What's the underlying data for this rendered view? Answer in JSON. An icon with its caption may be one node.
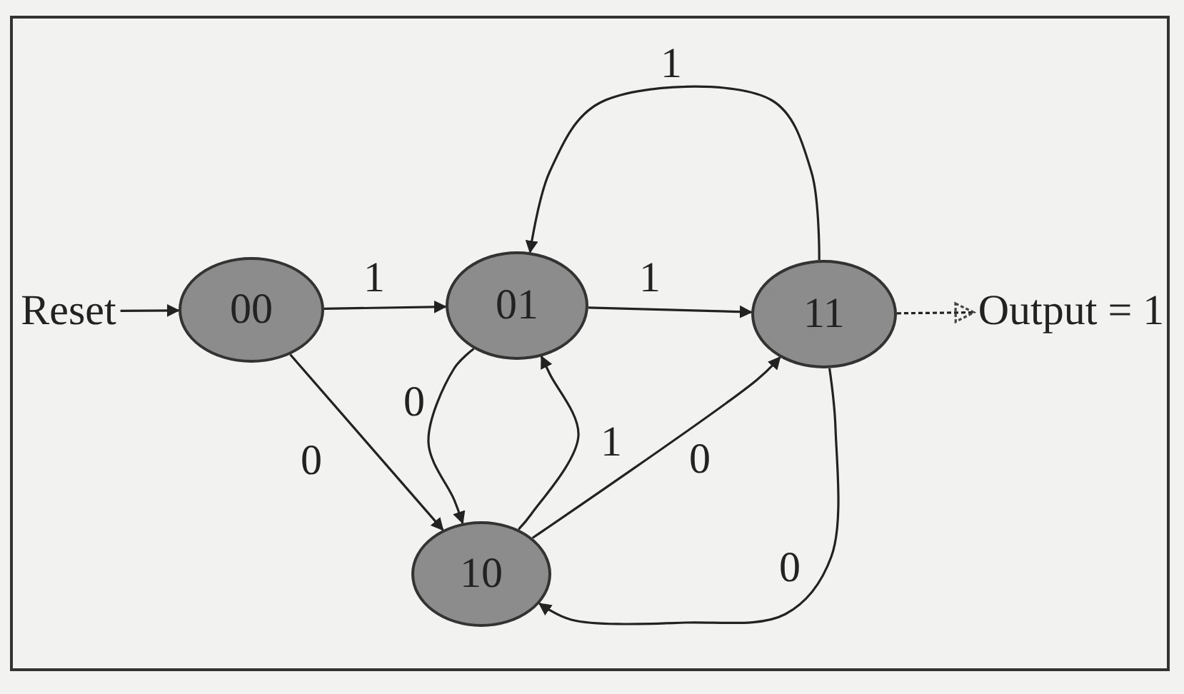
{
  "diagram": {
    "nodes": [
      {
        "text": [
          "Reset"
        ]
      },
      {
        "text": [
          "00"
        ]
      },
      {
        "text": [
          "01"
        ]
      },
      {
        "text": [
          "11"
        ]
      },
      {
        "text": [
          "10"
        ]
      },
      {
        "text": [
          "Output = 1"
        ]
      }
    ],
    "edges": [
      {
        "from": 0,
        "to": 1,
        "arrow": "to"
      },
      {
        "from": 1,
        "to": 2,
        "arrow": "to",
        "label": "1"
      },
      {
        "from": 2,
        "to": 3,
        "arrow": "to",
        "label": "1"
      },
      {
        "from": 3,
        "to": 2,
        "arrow": "to",
        "label": "1"
      },
      {
        "from": 2,
        "to": 4,
        "arrow": "to",
        "label": "0"
      },
      {
        "from": 4,
        "to": 2,
        "arrow": "to",
        "label": "1"
      },
      {
        "from": 1,
        "to": 4,
        "arrow": "to",
        "label": "0"
      },
      {
        "from": 4,
        "to": 3,
        "arrow": "to",
        "label": "0"
      },
      {
        "from": 3,
        "to": 4,
        "arrow": "to",
        "label": "0"
      },
      {
        "from": 3,
        "to": 5,
        "arrow": "to",
        "style": "dashed"
      }
    ]
  }
}
